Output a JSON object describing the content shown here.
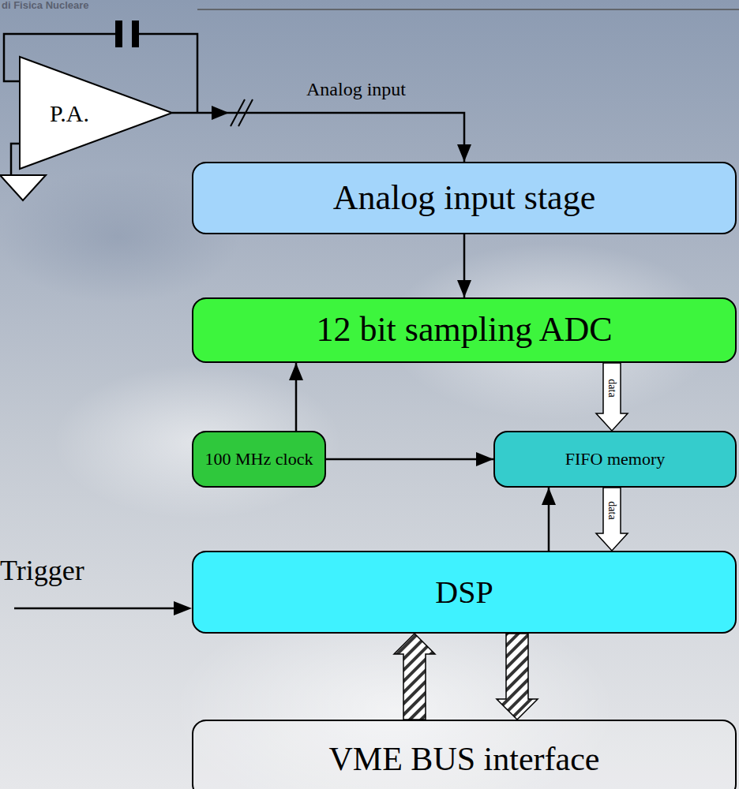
{
  "diagram": {
    "nodes": [
      {
        "text": [
          "P.A."
        ]
      },
      {
        "text": [
          "Analog input stage"
        ]
      },
      {
        "text": [
          "12 bit sampling ADC"
        ]
      },
      {
        "text": [
          "100 MHz clock"
        ]
      },
      {
        "text": [
          "FIFO memory"
        ]
      },
      {
        "text": [
          "DSP"
        ]
      },
      {
        "text": [
          "VME BUS interface"
        ]
      }
    ],
    "edges": [
      {
        "from": 0,
        "to": 1,
        "label": "Analog input",
        "arrow": "to"
      },
      {
        "from": 1,
        "to": 2,
        "arrow": "to"
      },
      {
        "from": 2,
        "to": 4,
        "label": "data",
        "arrow": "to"
      },
      {
        "from": 3,
        "to": 2,
        "arrow": "to"
      },
      {
        "from": 3,
        "to": 4,
        "arrow": "to"
      },
      {
        "from": 4,
        "to": 5,
        "label": "data",
        "arrow": "to"
      },
      {
        "from": 5,
        "to": 4,
        "arrow": "to"
      },
      {
        "from": 5,
        "to": 6,
        "arrow": "to"
      },
      {
        "from": 6,
        "to": 5,
        "arrow": "to"
      }
    ],
    "labels": [
      "di Fisica Nucleare",
      "Trigger"
    ]
  }
}
